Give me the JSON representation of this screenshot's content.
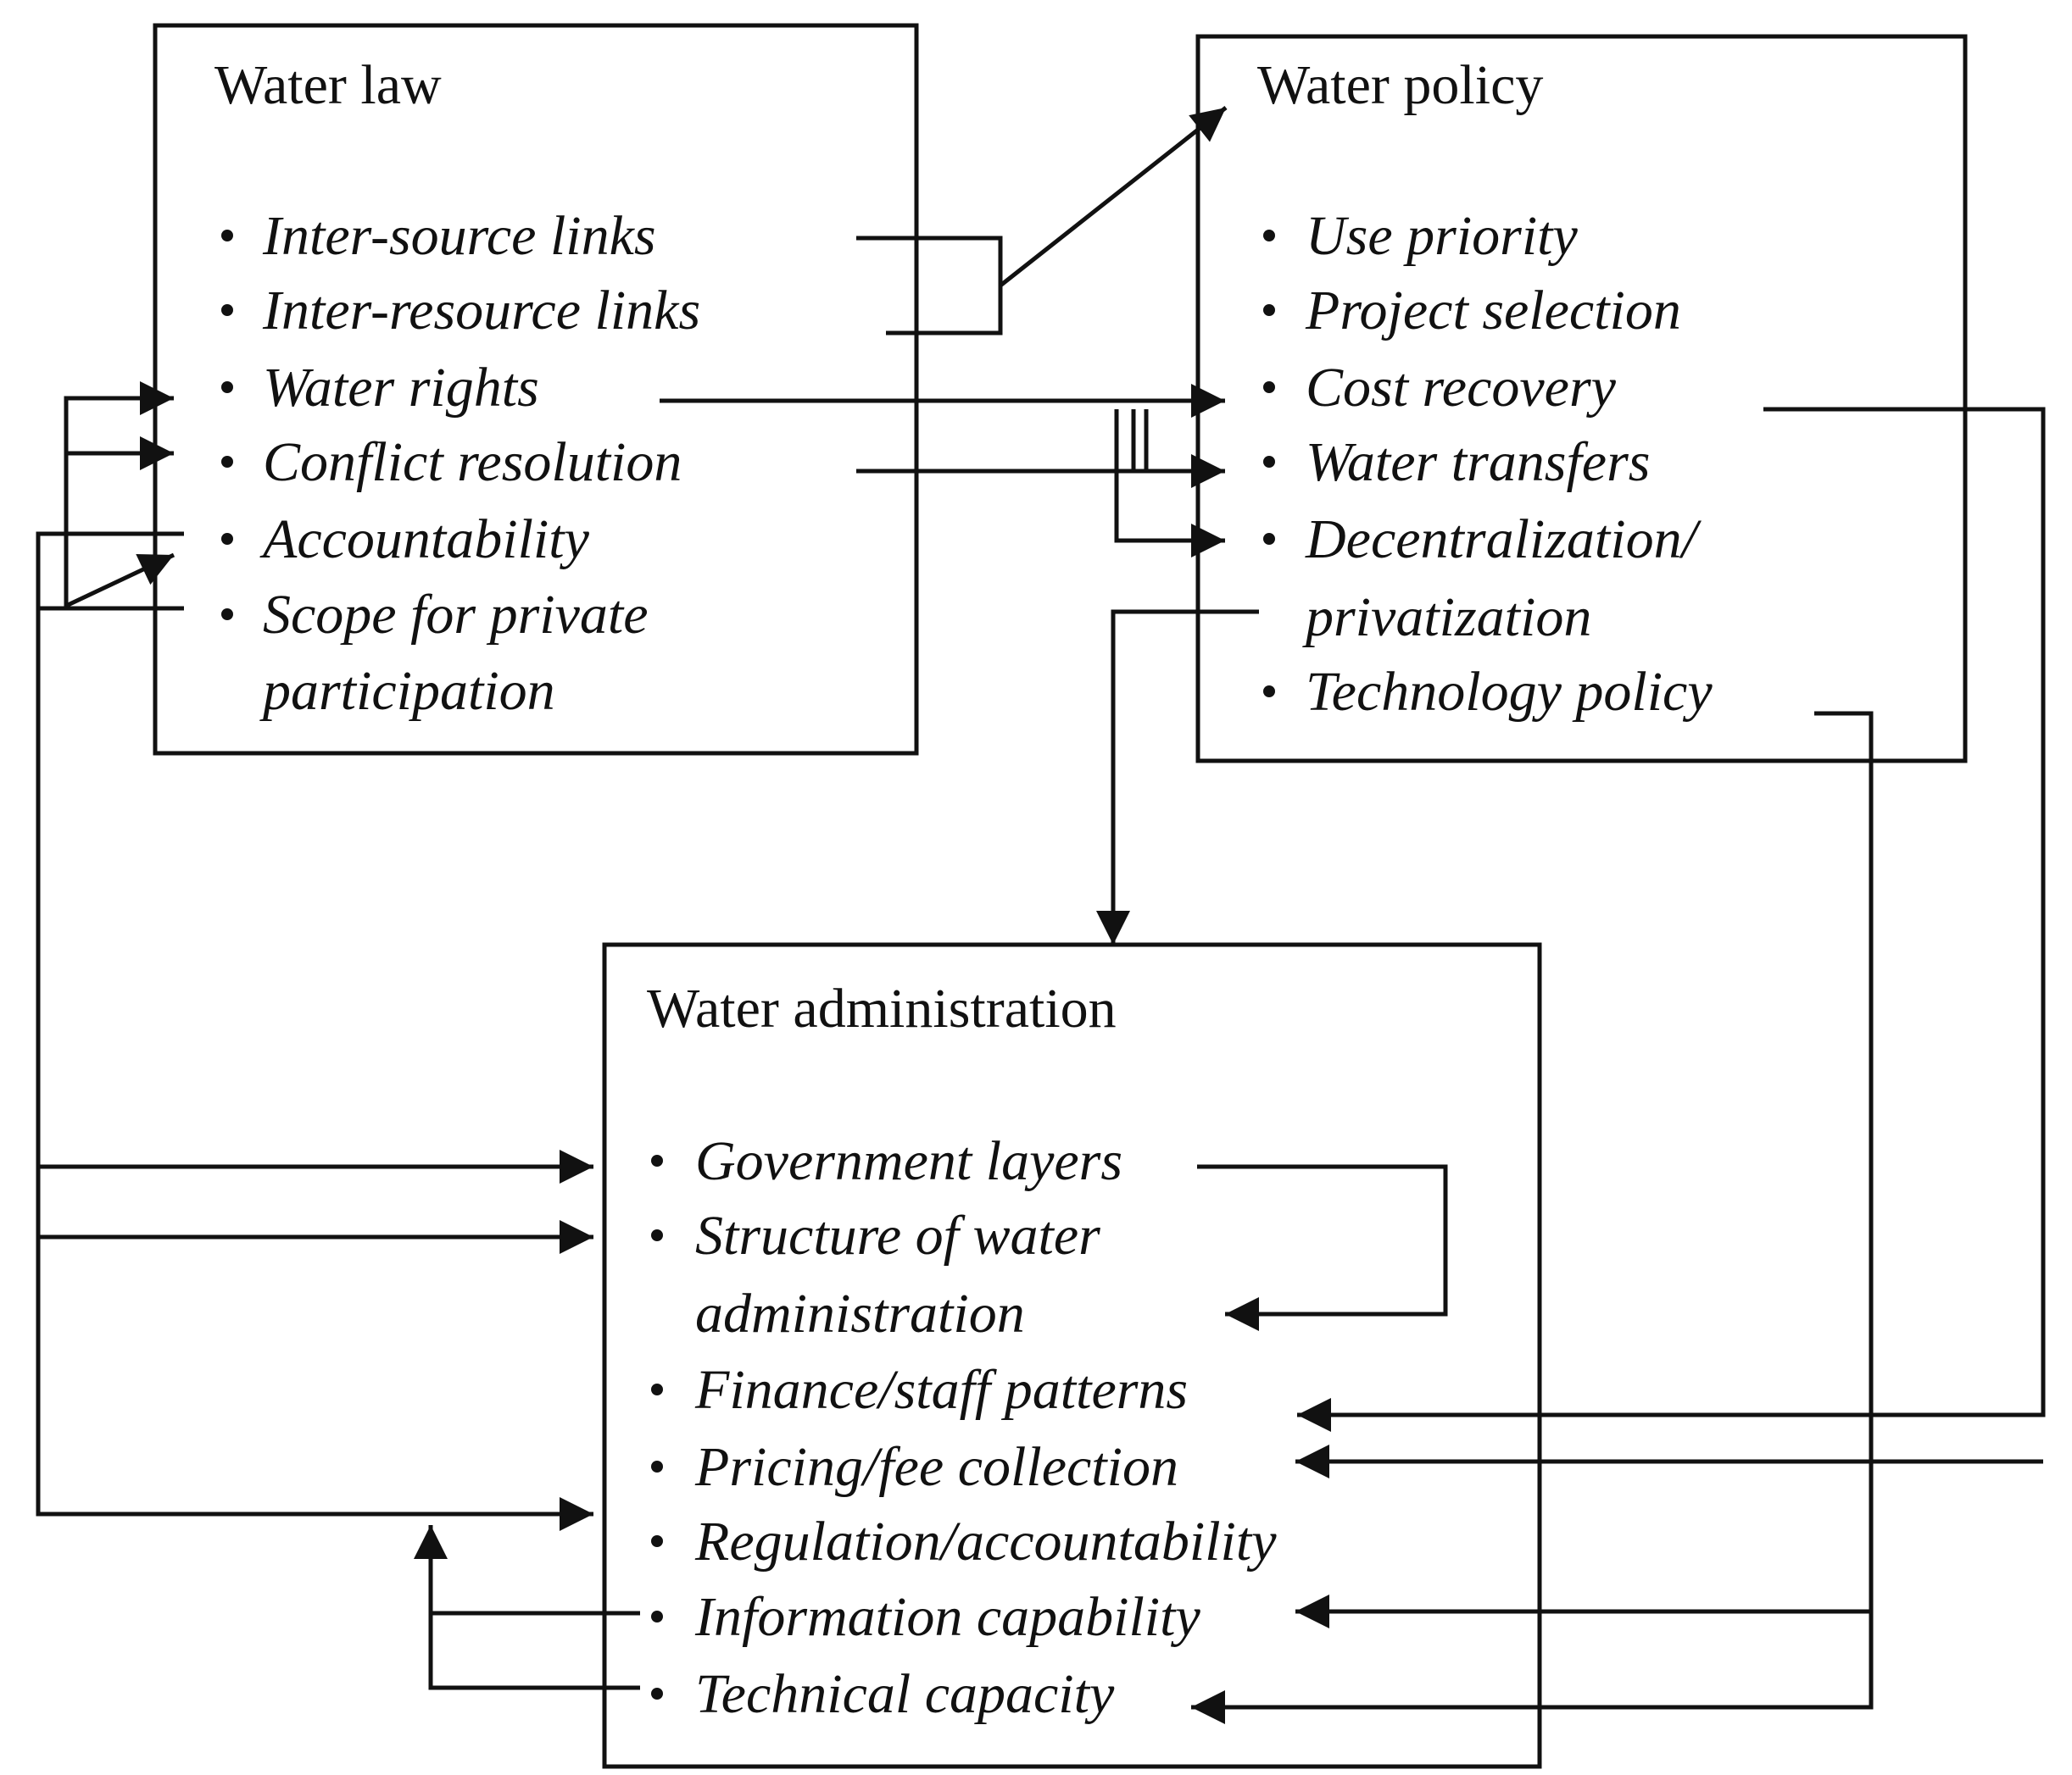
{
  "water_law": {
    "title": "Water law",
    "items": [
      "Inter-source links",
      "Inter-resource links",
      "Water rights",
      "Conflict resolution",
      "Accountability",
      "Scope for private",
      "participation"
    ]
  },
  "water_policy": {
    "title": "Water policy",
    "items": [
      "Use priority",
      "Project selection",
      "Cost recovery",
      "Water transfers",
      "Decentralization/",
      "privatization",
      "Technology policy"
    ]
  },
  "water_administration": {
    "title": "Water administration",
    "items": [
      "Government layers",
      "Structure of water",
      "administration",
      "Finance/staff patterns",
      "Pricing/fee collection",
      "Regulation/accountability",
      "Information capability",
      "Technical capacity"
    ]
  },
  "colors": {
    "ink": "#111111",
    "background": "#ffffff"
  }
}
